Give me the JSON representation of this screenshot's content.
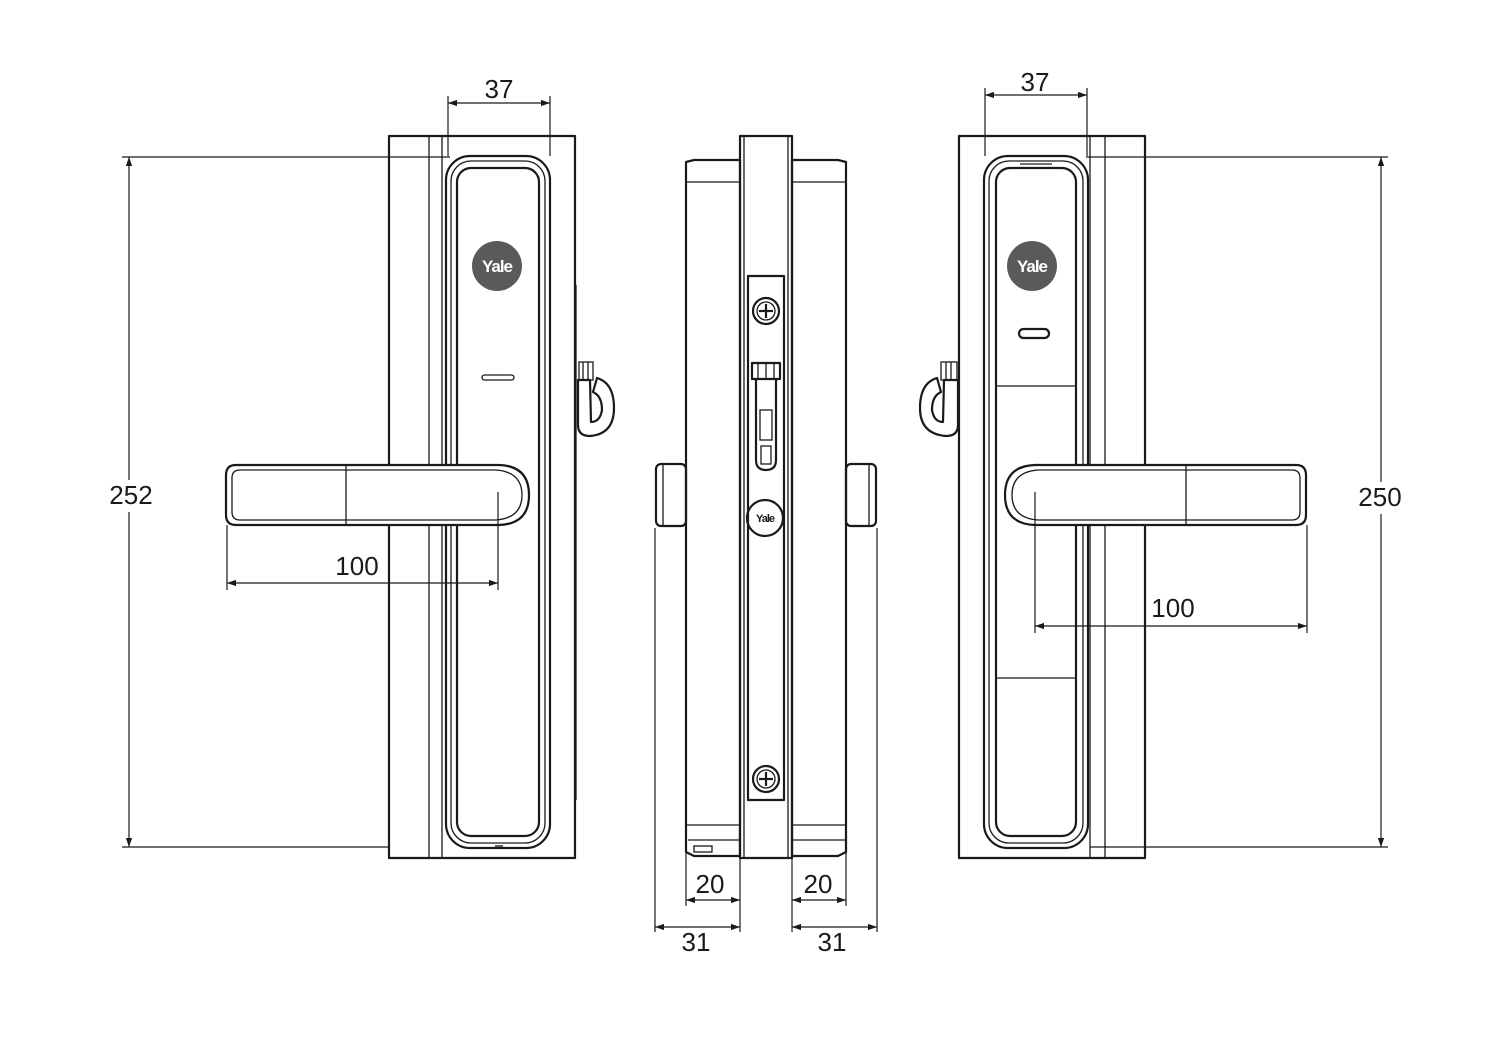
{
  "brand": {
    "name": "Yale",
    "logo_color": "#5a5a5c"
  },
  "dimensions": {
    "front": {
      "width": "37",
      "height": "252",
      "lever": "100"
    },
    "side": {
      "left_inner": "20",
      "right_inner": "20",
      "left_outer": "31",
      "right_outer": "31"
    },
    "back": {
      "width": "37",
      "height": "250",
      "lever": "100"
    }
  }
}
